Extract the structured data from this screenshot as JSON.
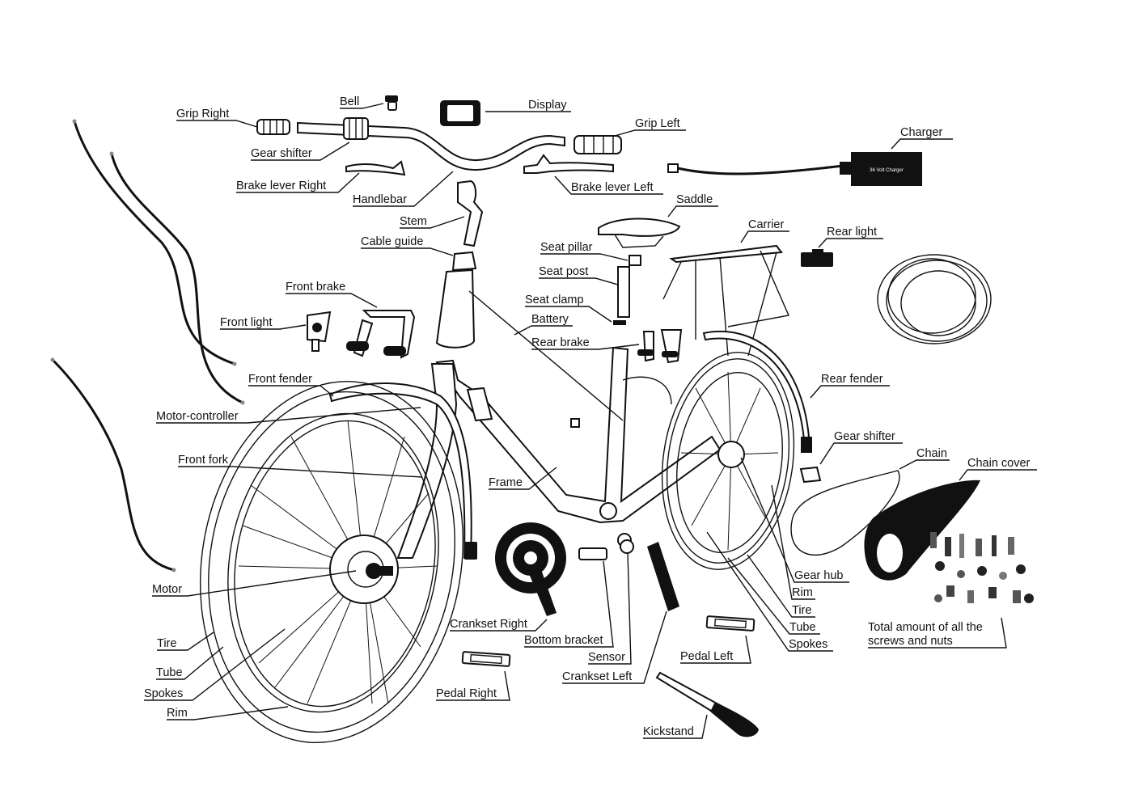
{
  "diagram": {
    "labels": {
      "grip_right": "Grip Right",
      "bell": "Bell",
      "display": "Display",
      "grip_left": "Grip Left",
      "charger": "Charger",
      "charger_device": "36 Volt Charger",
      "gear_shifter_front": "Gear shifter",
      "brake_lever_right": "Brake lever Right",
      "handlebar": "Handlebar",
      "brake_lever_left": "Brake lever Left",
      "saddle": "Saddle",
      "stem": "Stem",
      "carrier": "Carrier",
      "rear_light": "Rear light",
      "cable_guide": "Cable guide",
      "seat_pillar": "Seat pillar",
      "seat_post": "Seat post",
      "front_brake": "Front brake",
      "seat_clamp": "Seat clamp",
      "battery": "Battery",
      "front_light": "Front light",
      "rear_brake": "Rear brake",
      "front_fender": "Front fender",
      "rear_fender": "Rear fender",
      "motor_controller": "Motor-controller",
      "gear_shifter_rear": "Gear shifter",
      "chain": "Chain",
      "chain_cover": "Chain cover",
      "front_fork": "Front fork",
      "frame": "Frame",
      "gear_hub": "Gear hub",
      "rim_rear": "Rim",
      "tire_rear": "Tire",
      "tube_rear": "Tube",
      "spokes_rear": "Spokes",
      "motor": "Motor",
      "screws_line1": "Total amount of all the",
      "screws_line2": "screws and nuts",
      "crankset_right": "Crankset Right",
      "bottom_bracket": "Bottom bracket",
      "tire_front": "Tire",
      "sensor": "Sensor",
      "pedal_left": "Pedal Left",
      "tube_front": "Tube",
      "crankset_left": "Crankset Left",
      "spokes_front": "Spokes",
      "pedal_right": "Pedal Right",
      "rim_front": "Rim",
      "kickstand": "Kickstand"
    }
  }
}
